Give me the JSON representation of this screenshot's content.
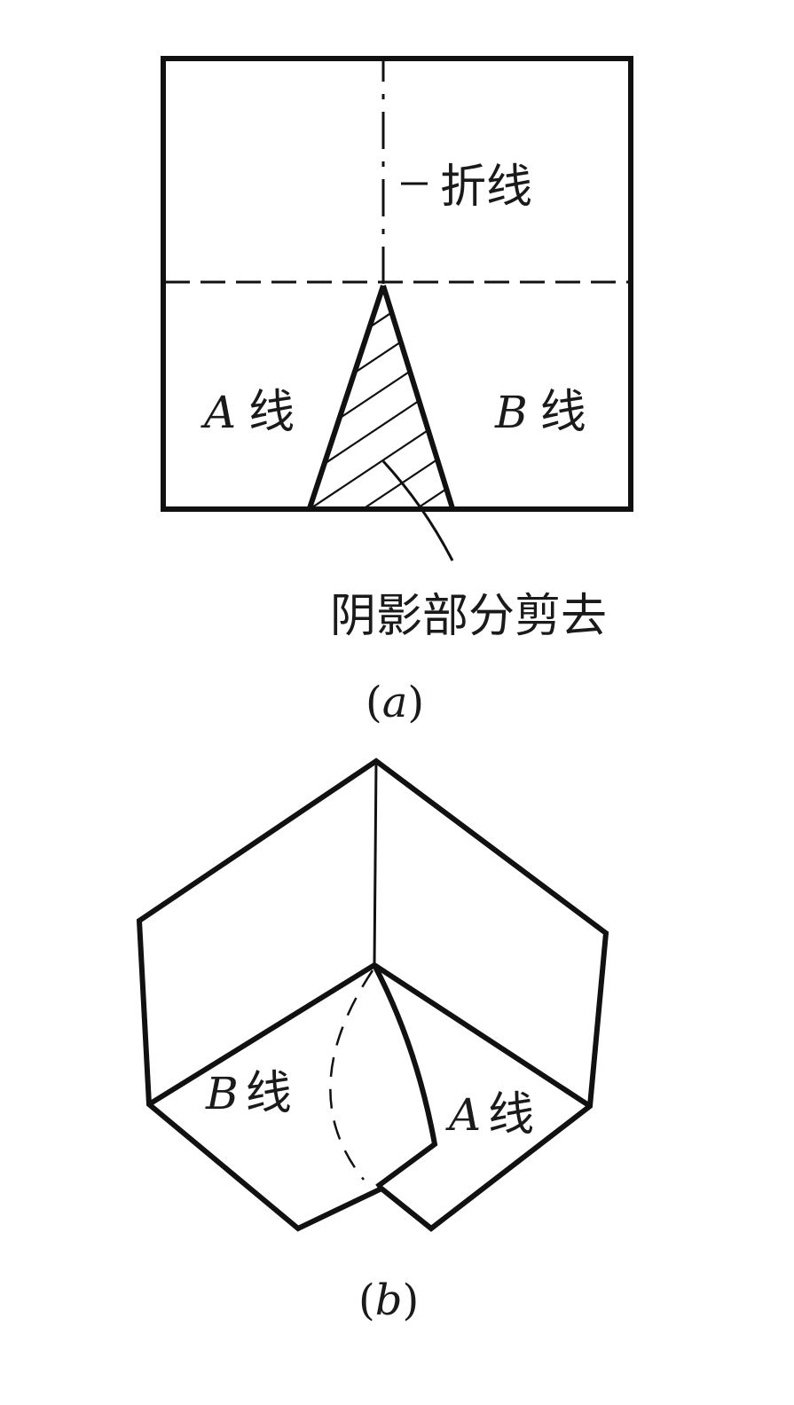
{
  "figure_a": {
    "fold_line_label": "折线",
    "line_a_letter": "A",
    "line_a_suffix": "线",
    "line_b_letter": "B",
    "line_b_suffix": "线",
    "cut_note": "阴影部分剪去",
    "caption_open": "(",
    "caption_letter": "a",
    "caption_close": ")"
  },
  "figure_b": {
    "line_b_letter": "B",
    "line_b_suffix": "线",
    "line_a_letter": "A",
    "line_a_suffix": "线",
    "caption_open": "(",
    "caption_letter": "b",
    "caption_close": ")"
  }
}
